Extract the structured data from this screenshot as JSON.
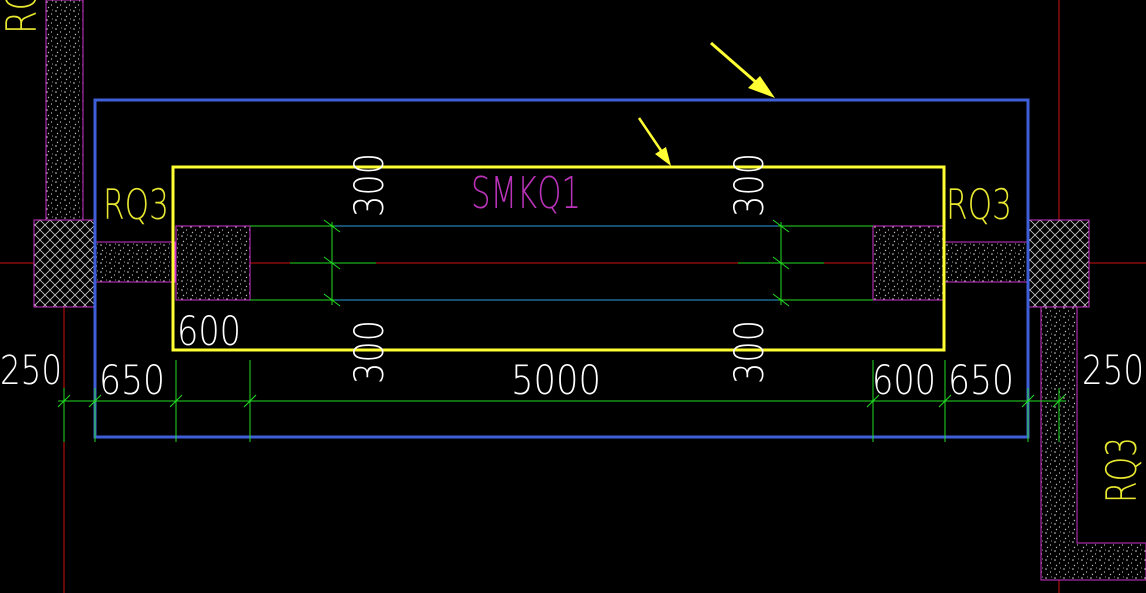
{
  "colors": {
    "background": "#000000",
    "boundary": "#3f5fd8",
    "opening": "#ffff33",
    "dimension": "#22dd22",
    "wall_outline": "#cc33cc",
    "axis": "#cc1111",
    "beam": "#2aa0d8",
    "label_magenta": "#bb33bb",
    "label_yellow": "#e8e830",
    "dim_text": "#ffffff",
    "fill_dots": "#d0d0d0"
  },
  "labels": {
    "opening_name": "SMKQ1",
    "wall_left": "RQ3",
    "wall_right": "RQ3",
    "wall_right_vertical": "RQ3",
    "wall_top_left_fragment": "RQ"
  },
  "dimensions": {
    "left_outer": "250",
    "left_offset": "650",
    "left_pier": "600",
    "center": "5000",
    "right_pier": "600",
    "right_offset": "650",
    "right_outer": "250",
    "top_left": "300",
    "bottom_left": "300",
    "top_right": "300",
    "bottom_right": "300"
  },
  "icons": {
    "pointer_1": "arrow-icon",
    "pointer_2": "arrow-icon"
  }
}
